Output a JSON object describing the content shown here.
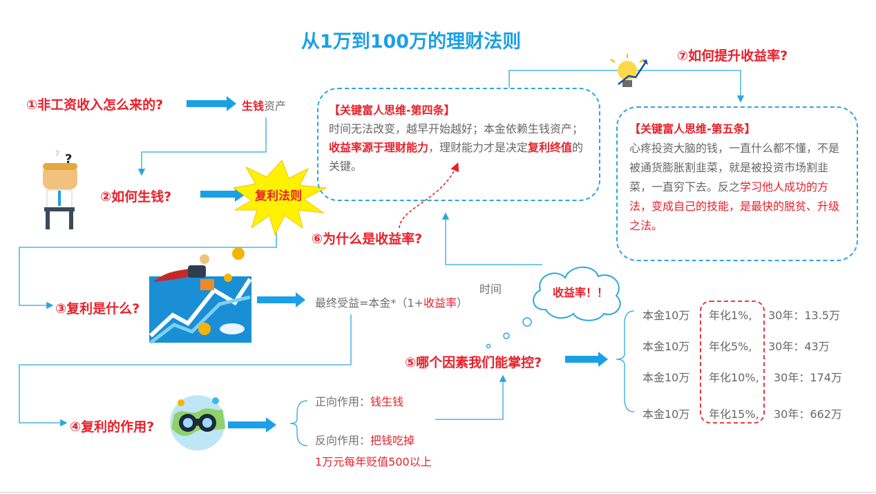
{
  "title": "从1万到100万的理财法则",
  "q1": {
    "label": "①非工资收入怎么来的?",
    "answer_red": "生钱",
    "answer_grey": "资产"
  },
  "q2": {
    "label": "②如何生钱?",
    "burst": "复利法则"
  },
  "q3": {
    "label": "③复利是什么?",
    "formula_pre": "最终受益=本金*（1+",
    "formula_red": "收益率",
    "formula_post": "）",
    "exponent": "时间"
  },
  "q4": {
    "label": "④复利的作用?",
    "pos_label": "正向作用：",
    "pos_value": "钱生钱",
    "neg_label": "反向作用：",
    "neg_value": "把钱吃掉",
    "note": "1万元每年贬值500以上"
  },
  "q5": {
    "label": "⑤哪个因素我们能掌控?",
    "cloud": "收益率！！"
  },
  "q6": {
    "label": "⑥为什么是收益率?"
  },
  "q7": {
    "label": "⑦如何提升收益率?"
  },
  "box4": {
    "head": "【关键富人思维-第四条】",
    "t1": "时间无法改变，越早开始越好；本金依赖生钱资产；",
    "t2": "收益率源于理财能力",
    "t3": "，理财能力才是决定",
    "t4": "复利终值",
    "t5": "的关键。"
  },
  "box5": {
    "head": "【关键富人思维-第五条】",
    "t1": "心疼投资大脑的钱，一直什么都不懂，不是被通货膨胀割韭菜，就是被投资市场割韭菜，一直穷下去。反之",
    "t2": "学习他人成功的方法，变成自己的技能，是最快的脱贫、升级之法。"
  },
  "rates": [
    {
      "principal": "本金10万",
      "rate": "年化1%,",
      "result": "30年：13.5万"
    },
    {
      "principal": "本金10万",
      "rate": "年化5%,",
      "result": "30年：43万"
    },
    {
      "principal": "本金10万",
      "rate": "年化10%,",
      "result": "30年：174万"
    },
    {
      "principal": "本金10万",
      "rate": "年化15%,",
      "result": "30年：662万"
    }
  ],
  "colors": {
    "accent": "#1aa0e6",
    "red": "#e8202a",
    "line": "#29a6de"
  }
}
